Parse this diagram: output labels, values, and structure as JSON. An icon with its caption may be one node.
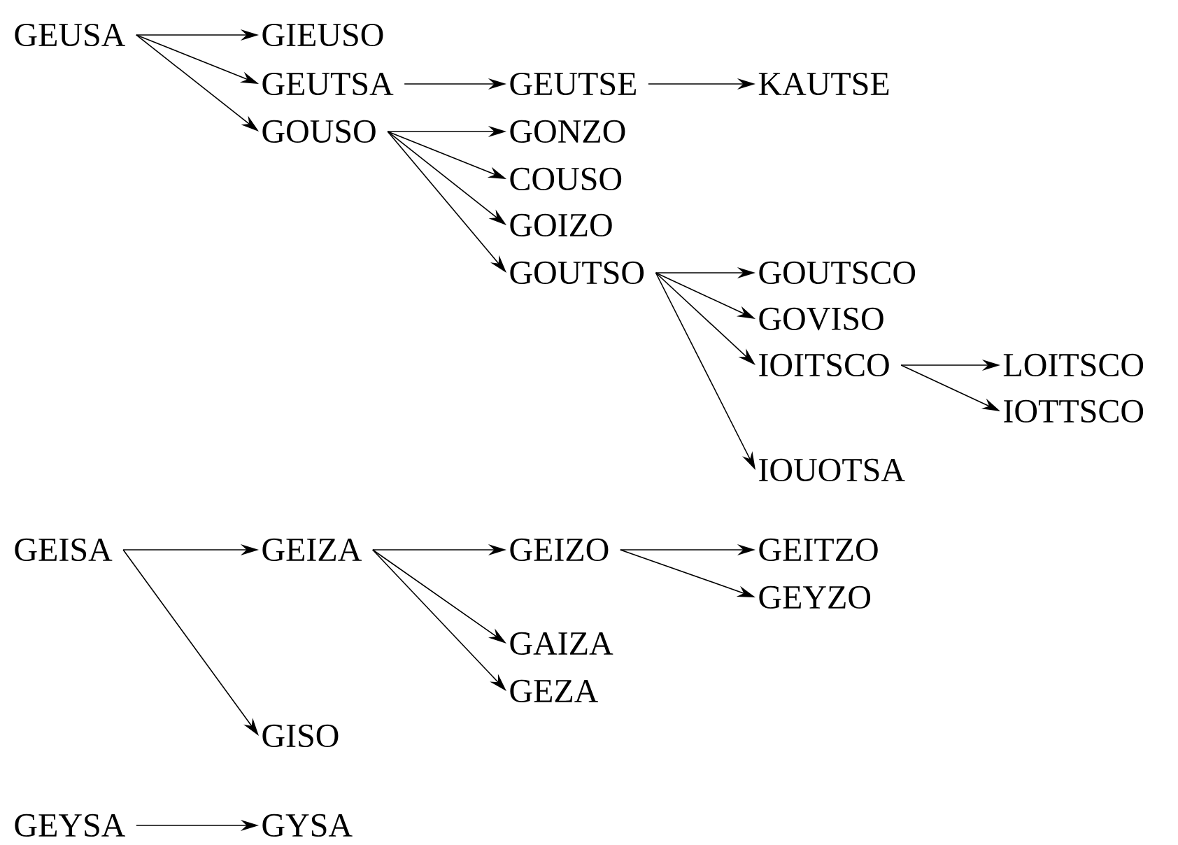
{
  "diagram": {
    "nodes": [
      {
        "text": [
          "GEUSA"
        ]
      },
      {
        "text": [
          "GIEUSO"
        ]
      },
      {
        "text": [
          "GEUTSA"
        ]
      },
      {
        "text": [
          "GEUTSE"
        ]
      },
      {
        "text": [
          "KAUTSE"
        ]
      },
      {
        "text": [
          "GOUSO"
        ]
      },
      {
        "text": [
          "GONZO"
        ]
      },
      {
        "text": [
          "COUSO"
        ]
      },
      {
        "text": [
          "GOIZO"
        ]
      },
      {
        "text": [
          "GOUTSO"
        ]
      },
      {
        "text": [
          "GOUTSCO"
        ]
      },
      {
        "text": [
          "GOVISO"
        ]
      },
      {
        "text": [
          "IOITSCO"
        ]
      },
      {
        "text": [
          "LOITSCO"
        ]
      },
      {
        "text": [
          "IOTTSCO"
        ]
      },
      {
        "text": [
          "IOUOTSA"
        ]
      },
      {
        "text": [
          "GEISA"
        ]
      },
      {
        "text": [
          "GEIZA"
        ]
      },
      {
        "text": [
          "GEIZO"
        ]
      },
      {
        "text": [
          "GEITZO"
        ]
      },
      {
        "text": [
          "GEYZO"
        ]
      },
      {
        "text": [
          "GAIZA"
        ]
      },
      {
        "text": [
          "GEZA"
        ]
      },
      {
        "text": [
          "GISO"
        ]
      },
      {
        "text": [
          "GEYSA"
        ]
      },
      {
        "text": [
          "GYSA"
        ]
      }
    ],
    "edges": [
      {
        "from": 0,
        "to": 1,
        "arrow": "to"
      },
      {
        "from": 0,
        "to": 2,
        "arrow": "to"
      },
      {
        "from": 0,
        "to": 5,
        "arrow": "to"
      },
      {
        "from": 2,
        "to": 3,
        "arrow": "to"
      },
      {
        "from": 3,
        "to": 4,
        "arrow": "to"
      },
      {
        "from": 5,
        "to": 6,
        "arrow": "to"
      },
      {
        "from": 5,
        "to": 7,
        "arrow": "to"
      },
      {
        "from": 5,
        "to": 8,
        "arrow": "to"
      },
      {
        "from": 5,
        "to": 9,
        "arrow": "to"
      },
      {
        "from": 9,
        "to": 10,
        "arrow": "to"
      },
      {
        "from": 9,
        "to": 11,
        "arrow": "to"
      },
      {
        "from": 9,
        "to": 12,
        "arrow": "to"
      },
      {
        "from": 9,
        "to": 15,
        "arrow": "to"
      },
      {
        "from": 12,
        "to": 13,
        "arrow": "to"
      },
      {
        "from": 12,
        "to": 14,
        "arrow": "to"
      },
      {
        "from": 16,
        "to": 17,
        "arrow": "to"
      },
      {
        "from": 16,
        "to": 23,
        "arrow": "to"
      },
      {
        "from": 17,
        "to": 18,
        "arrow": "to"
      },
      {
        "from": 17,
        "to": 21,
        "arrow": "to"
      },
      {
        "from": 17,
        "to": 22,
        "arrow": "to"
      },
      {
        "from": 18,
        "to": 19,
        "arrow": "to"
      },
      {
        "from": 18,
        "to": 20,
        "arrow": "to"
      },
      {
        "from": 24,
        "to": 25,
        "arrow": "to"
      }
    ]
  }
}
